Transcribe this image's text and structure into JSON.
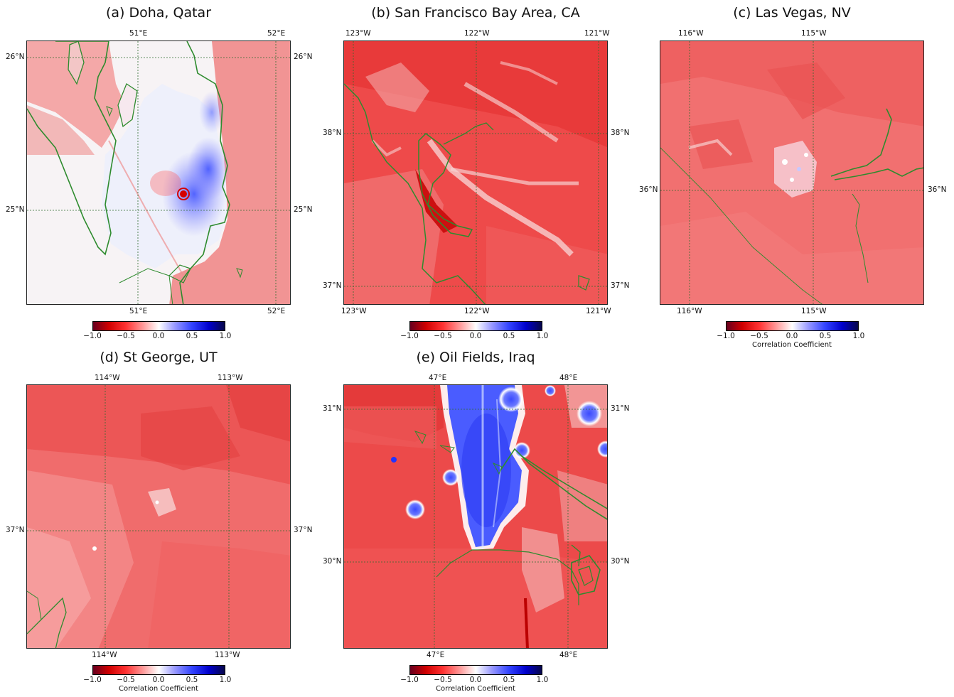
{
  "panels": {
    "a": {
      "title": "(a) Doha, Qatar",
      "top_ticks": [
        "51°E",
        "52°E"
      ],
      "bottom_ticks": [
        "51°E",
        "52°E"
      ],
      "left_ticks": [
        "26°N",
        "25°N"
      ],
      "right_ticks": [
        "26°N",
        "25°N"
      ],
      "colorbar_label": ""
    },
    "b": {
      "title": "(b) San Francisco Bay Area, CA",
      "top_ticks": [
        "123°W",
        "122°W",
        "121°W"
      ],
      "bottom_ticks": [
        "123°W",
        "122°W",
        "121°W"
      ],
      "left_ticks": [
        "38°N",
        "37°N"
      ],
      "right_ticks": [
        "38°N",
        "37°N"
      ],
      "colorbar_label": ""
    },
    "c": {
      "title": "(c) Las Vegas, NV",
      "top_ticks": [
        "116°W",
        "115°W"
      ],
      "bottom_ticks": [
        "116°W",
        "115°W"
      ],
      "left_ticks": [
        "36°N"
      ],
      "right_ticks": [
        "36°N"
      ],
      "colorbar_label": "Correlation Coefficient"
    },
    "d": {
      "title": "(d) St George, UT",
      "top_ticks": [
        "114°W",
        "113°W"
      ],
      "bottom_ticks": [
        "114°W",
        "113°W"
      ],
      "left_ticks": [
        "37°N"
      ],
      "right_ticks": [
        "37°N"
      ],
      "colorbar_label": "Correlation Coefficient"
    },
    "e": {
      "title": "(e) Oil Fields, Iraq",
      "top_ticks": [
        "47°E",
        "48°E"
      ],
      "bottom_ticks": [
        "47°E",
        "48°E"
      ],
      "left_ticks": [
        "31°N",
        "30°N"
      ],
      "right_ticks": [
        "31°N",
        "30°N"
      ],
      "colorbar_label": "Correlation Coefficient"
    }
  },
  "colorbar": {
    "ticks": [
      "−1.0",
      "−0.5",
      "0.0",
      "0.5",
      "1.0"
    ],
    "range": [
      -1.0,
      1.0
    ],
    "colormap": "seismic_r",
    "colors": [
      "#67001f",
      "#ff3333",
      "#ffffff",
      "#3344ff",
      "#07074a"
    ]
  },
  "map_style": {
    "coastline_color": "#2e8b2e",
    "gridline_color": "#2e6b2e",
    "base_color": "#ee6060"
  }
}
